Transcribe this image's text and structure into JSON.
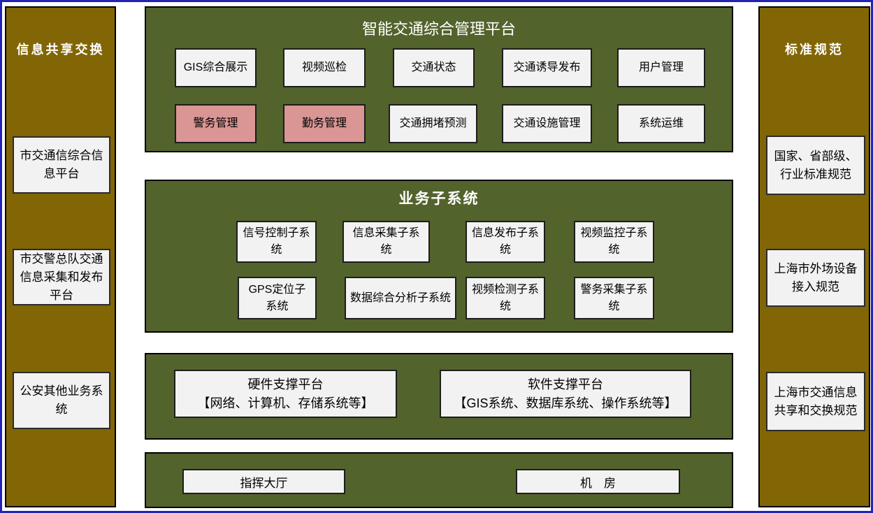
{
  "colors": {
    "outer_border": "#2222b4",
    "sidebar_bg": "#826505",
    "panel_bg": "#53632c",
    "box_bg": "#f2f2f2",
    "highlight_bg": "#d99694"
  },
  "left_sidebar": {
    "title": "信息共享交换",
    "items": [
      {
        "label": "市交通信综合信息平台"
      },
      {
        "label": "市交警总队交通信息采集和发布平台"
      },
      {
        "label": "公安其他业务系统"
      }
    ]
  },
  "right_sidebar": {
    "title": "标准规范",
    "items": [
      {
        "label": "国家、省部级、行业标准规范"
      },
      {
        "label": "上海市外场设备接入规范"
      },
      {
        "label": "上海市交通信息共享和交换规范"
      }
    ]
  },
  "platform_panel": {
    "title": "智能交通综合管理平台",
    "row1": [
      {
        "label": "GIS综合展示"
      },
      {
        "label": "视频巡检"
      },
      {
        "label": "交通状态"
      },
      {
        "label": "交通诱导发布"
      },
      {
        "label": "用户管理"
      }
    ],
    "row2": [
      {
        "label": "警务管理",
        "highlight": true
      },
      {
        "label": "勤务管理",
        "highlight": true
      },
      {
        "label": "交通拥堵预测"
      },
      {
        "label": "交通设施管理"
      },
      {
        "label": "系统运维"
      }
    ]
  },
  "subsystem_panel": {
    "title": "业务子系统",
    "row1": [
      {
        "label": "信号控制子系统"
      },
      {
        "label": "信息采集子系统"
      },
      {
        "label": "信息发布子系统"
      },
      {
        "label": "视频监控子系统"
      }
    ],
    "row2": [
      {
        "label": "GPS定位子系统"
      },
      {
        "label": "数据综合分析子系统"
      },
      {
        "label": "视频检测子系统"
      },
      {
        "label": "警务采集子系统"
      }
    ]
  },
  "support_panel": {
    "hardware": {
      "line1": "硬件支撑平台",
      "line2": "【网络、计算机、存储系统等】"
    },
    "software": {
      "line1": "软件支撑平台",
      "line2": "【GIS系统、数据库系统、操作系统等】"
    }
  },
  "facility_panel": {
    "items": [
      {
        "label": "指挥大厅"
      },
      {
        "label": "机　房"
      }
    ]
  }
}
